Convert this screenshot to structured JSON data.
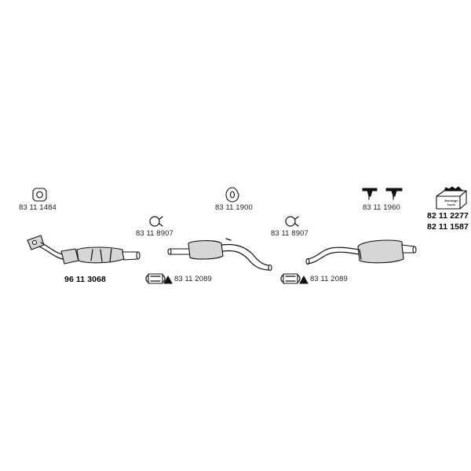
{
  "parts": {
    "gasket_1": "83 11 1484",
    "front_pipe": "96 11 3068",
    "clamp_1": "83 11 8907",
    "clamp_set_1": "83 11 2089",
    "hanger_1": "83 11 1900",
    "clamp_2": "83 11 8907",
    "clamp_set_2": "83 11 2089",
    "hangers_rear": "83 11 1960",
    "mount_kit_a": "82 11 2277",
    "mount_kit_b": "82 11 1587",
    "kit_box_caption": "Montage tools"
  },
  "colors": {
    "line": "#111111",
    "fill": "#d6d6d6",
    "background": "#ffffff"
  },
  "icons": [
    "square-gasket-icon",
    "clamp-ring-icon",
    "rubber-hanger-icon",
    "u-clamp-set-icon",
    "warning-triangle-icon",
    "hanger-bracket-icon",
    "mounting-kit-box-icon"
  ]
}
